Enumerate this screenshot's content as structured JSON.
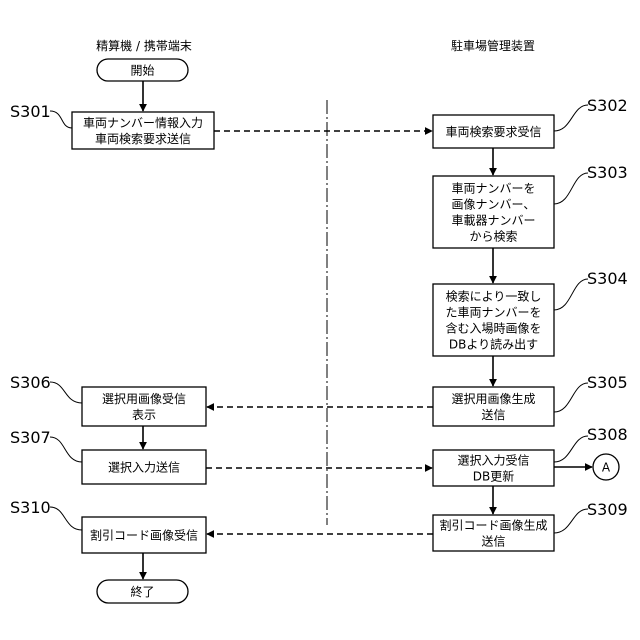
{
  "lanes": {
    "left": "精算機 / 携帯端末",
    "right": "駐車場管理装置"
  },
  "nodes": {
    "start": [
      "開始"
    ],
    "s301": [
      "車両ナンバー情報入力",
      "車両検索要求送信"
    ],
    "s302": [
      "車両検索要求受信"
    ],
    "s303": [
      "車両ナンバーを",
      "画像ナンバー、",
      "車載器ナンバー",
      "から検索"
    ],
    "s304": [
      "検索により一致し",
      "た車両ナンバーを",
      "含む入場時画像を",
      "DBより読み出す"
    ],
    "s305": [
      "選択用画像生成",
      "送信"
    ],
    "s306": [
      "選択用画像受信",
      "表示"
    ],
    "s307": [
      "選択入力送信"
    ],
    "s308": [
      "選択入力受信",
      "DB更新"
    ],
    "s309": [
      "割引コード画像生成",
      "送信"
    ],
    "s310": [
      "割引コード画像受信"
    ],
    "end": [
      "終了"
    ]
  },
  "step_labels": {
    "s301": "S301",
    "s302": "S302",
    "s303": "S303",
    "s304": "S304",
    "s305": "S305",
    "s306": "S306",
    "s307": "S307",
    "s308": "S308",
    "s309": "S309",
    "s310": "S310"
  },
  "connector": "A"
}
